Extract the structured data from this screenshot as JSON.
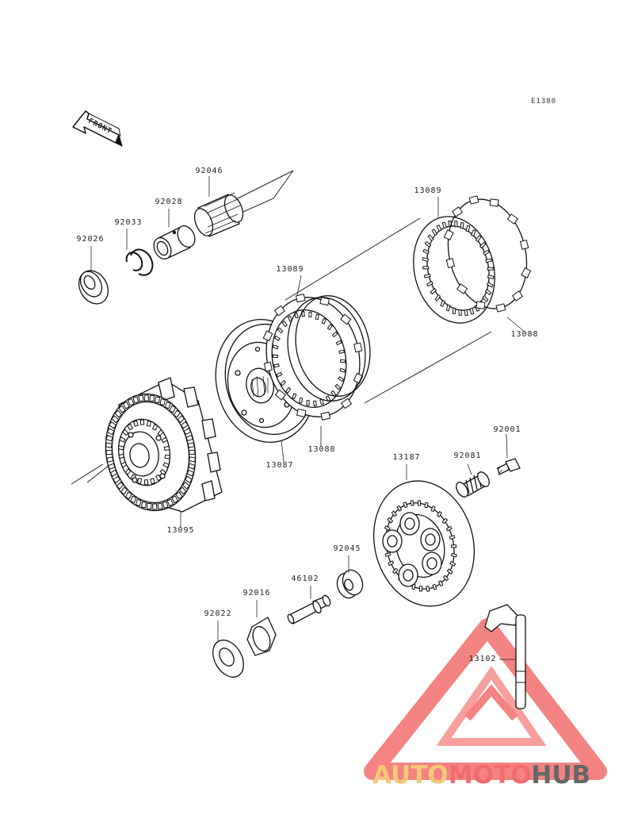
{
  "diagram": {
    "code": "E1380",
    "front_label": "FRONT",
    "parts": [
      {
        "number": "92046"
      },
      {
        "number": "92028"
      },
      {
        "number": "92033"
      },
      {
        "number": "92026"
      },
      {
        "number": "13089"
      },
      {
        "number": "13089"
      },
      {
        "number": "13088"
      },
      {
        "number": "13088"
      },
      {
        "number": "13087"
      },
      {
        "number": "13095"
      },
      {
        "number": "92001"
      },
      {
        "number": "92081"
      },
      {
        "number": "13187"
      },
      {
        "number": "92045"
      },
      {
        "number": "46102"
      },
      {
        "number": "92016"
      },
      {
        "number": "92022"
      },
      {
        "number": "13102"
      }
    ]
  },
  "watermark": {
    "part1": "AUTO",
    "part2": "MOTO",
    "part3": "HUB",
    "colors": {
      "auto": "#f5c77a",
      "moto": "#f26b6b",
      "hub": "#666666",
      "logo": "#f0514f"
    }
  }
}
